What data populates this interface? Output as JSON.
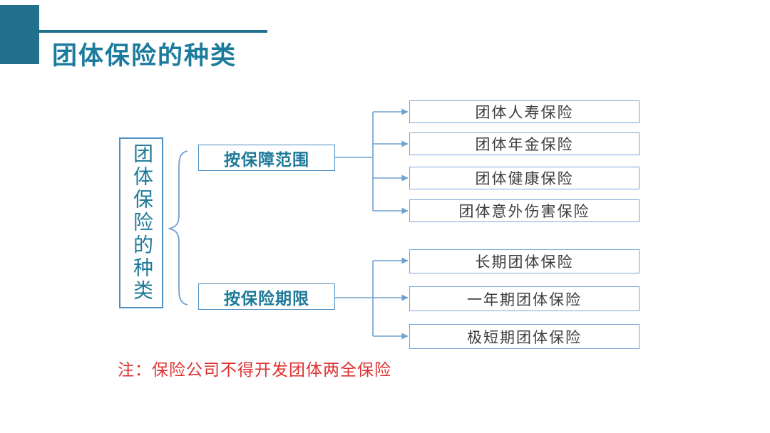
{
  "slide": {
    "title": "团体保险的种类",
    "note": "注：保险公司不得开发团体两全保险"
  },
  "tree": {
    "root": "团体保险的种类",
    "branches": [
      {
        "label": "按保障范围",
        "children": [
          "团体人寿保险",
          "团体年金保险",
          "团体健康保险",
          "团体意外伤害保险"
        ]
      },
      {
        "label": "按保险期限",
        "children": [
          "长期团体保险",
          "一年期团体保险",
          "极短期团体保险"
        ]
      }
    ]
  },
  "colors": {
    "header_bar": "#20708E",
    "title_teal": "#1B7B9D",
    "box_text_teal": "#1E7A99",
    "connector_blue": "#6FA0CF",
    "box_border_blue": "#78A7D4",
    "leaf_text": "#3D3D3D",
    "note_red": "#E02F2F"
  }
}
